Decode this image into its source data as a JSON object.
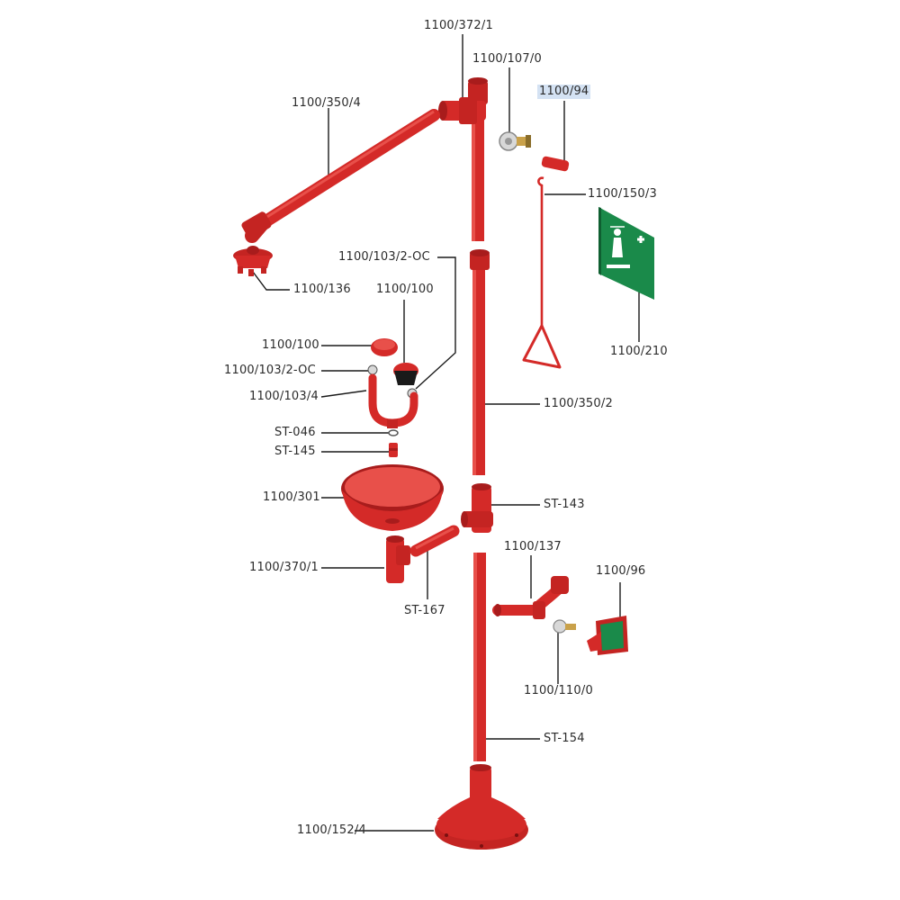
{
  "colors": {
    "part": "#d42a28",
    "part_dark": "#a81c1c",
    "part_light": "#e8504a",
    "leader": "#1a1a1a",
    "sign_green": "#1a8a4a",
    "highlight": "#d4e2f3",
    "text": "#2b2b2b"
  },
  "labels": {
    "l_1100_372_1": "1100/372/1",
    "l_1100_107_0": "1100/107/0",
    "l_1100_94": "1100/94",
    "l_1100_350_4": "1100/350/4",
    "l_1100_150_3": "1100/150/3",
    "l_1100_103_2_oc_top": "1100/103/2-OC",
    "l_1100_136": "1100/136",
    "l_1100_100_top": "1100/100",
    "l_1100_210": "1100/210",
    "l_1100_100_left": "1100/100",
    "l_1100_103_2_oc_left": "1100/103/2-OC",
    "l_1100_103_4": "1100/103/4",
    "l_1100_350_2": "1100/350/2",
    "l_st_046": "ST-046",
    "l_st_145": "ST-145",
    "l_1100_301": "1100/301",
    "l_st_143": "ST-143",
    "l_1100_137": "1100/137",
    "l_1100_370_1": "1100/370/1",
    "l_1100_96": "1100/96",
    "l_st_167": "ST-167",
    "l_1100_110_0": "1100/110/0",
    "l_st_154": "ST-154",
    "l_1100_152_4": "1100/152/4"
  }
}
